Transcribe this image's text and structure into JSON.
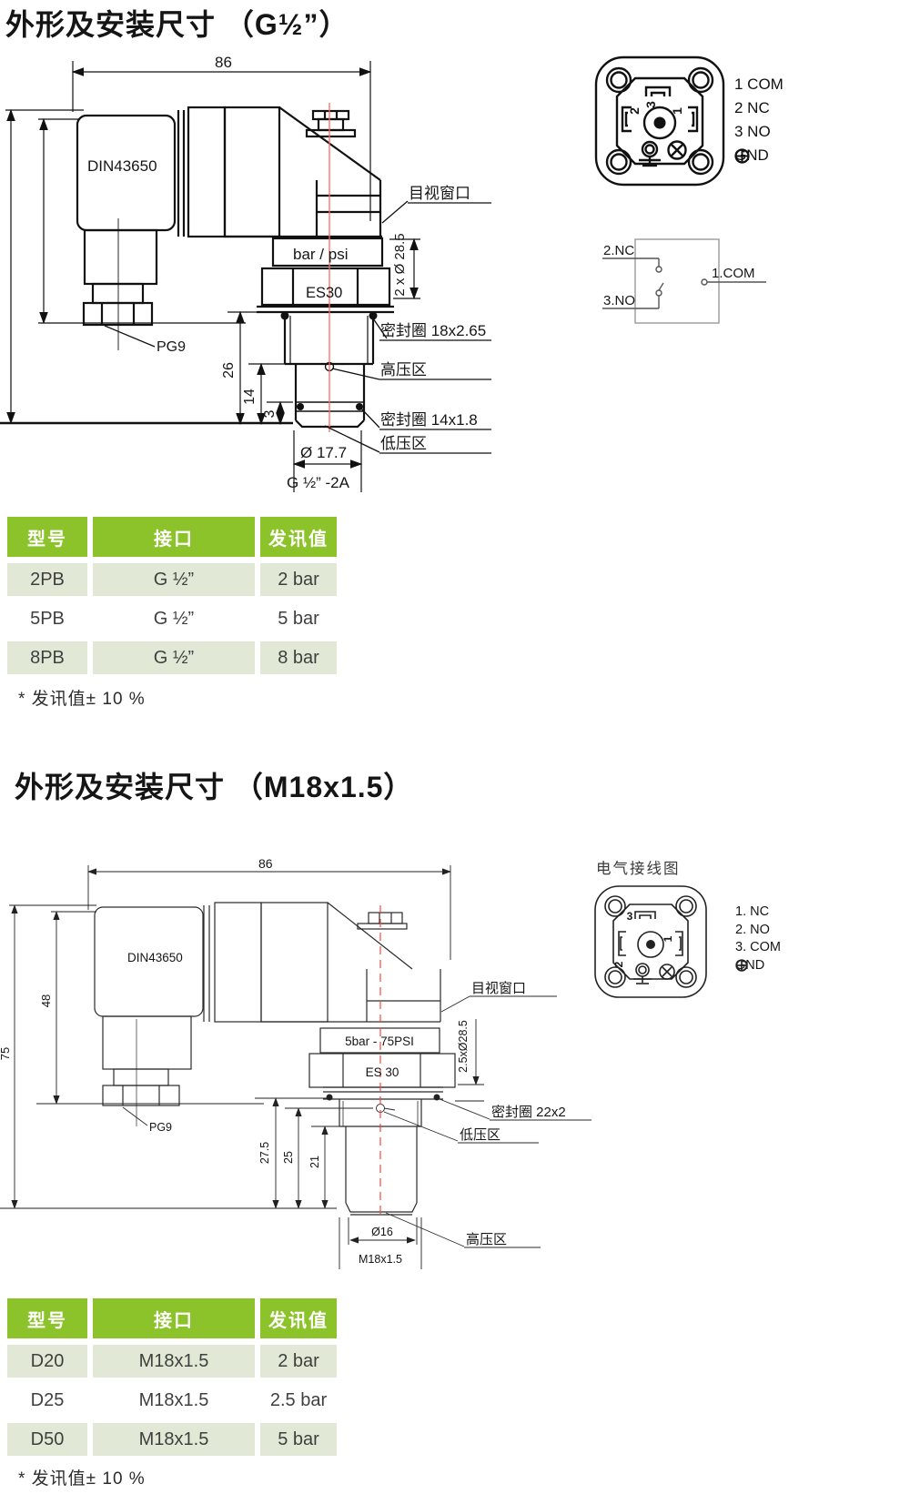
{
  "colors": {
    "header_green": "#8cc32a",
    "row_tint": "#e1e9d6",
    "centerline_red": "#ff6b5e"
  },
  "section_g12": {
    "title": "外形及安装尺寸 （G½”）",
    "drawing": {
      "dim_width": "86",
      "dim_26": "26",
      "dim_14": "14",
      "dim_3": "3",
      "connector_label": "DIN43650",
      "gland_label": "PG9",
      "scale_label": "bar / psi",
      "wrench_label": "ES30",
      "sight_window": "目视窗口",
      "mount_holes": "2 x Ø 28.5",
      "seal_upper": "密封圈 18x2.65",
      "high_pressure": "高压区",
      "seal_lower": "密封圈 14x1.8",
      "low_pressure": "低压区",
      "stem_diameter": "Ø 17.7",
      "thread": "G ½” -2A"
    },
    "pinout": {
      "pin1": "1",
      "pin2": "2",
      "pin3": "3",
      "legend": [
        "1 COM",
        "2 NC",
        "3 NO",
        "GND"
      ]
    },
    "circuit": {
      "nc": "2.NC",
      "no": "3.NO",
      "com": "1.COM"
    },
    "table": {
      "headers": [
        "型号",
        "接口",
        "发讯值"
      ],
      "rows": [
        [
          "2PB",
          "G ½”",
          "2 bar"
        ],
        [
          "5PB",
          "G ½”",
          "5 bar"
        ],
        [
          "8PB",
          "G ½”",
          "8 bar"
        ]
      ],
      "note": "* 发讯值± 10 %"
    }
  },
  "section_m18": {
    "title": "外形及安装尺寸 （M18x1.5）",
    "wiring_title": "电气接线图",
    "drawing": {
      "dim_width": "86",
      "dim_48": "48",
      "dim_75": "75",
      "dim_275": "27.5",
      "dim_25": "25",
      "dim_21": "21",
      "connector_label": "DIN43650",
      "gland_label": "PG9",
      "scale_label": "5bar - 75PSI",
      "wrench_label": "ES 30",
      "sight_window": "目视窗口",
      "mount_holes": "2.5xØ28.5",
      "seal": "密封圈 22x2",
      "low_pressure": "低压区",
      "high_pressure": "高压区",
      "stem_diameter": "Ø16",
      "thread": "M18x1.5"
    },
    "pinout": {
      "pin1": "1",
      "pin2": "2",
      "pin3": "3",
      "legend": [
        "1. NC",
        "2. NO",
        "3. COM",
        "GND"
      ]
    },
    "table": {
      "headers": [
        "型号",
        "接口",
        "发讯值"
      ],
      "rows": [
        [
          "D20",
          "M18x1.5",
          "2 bar"
        ],
        [
          "D25",
          "M18x1.5",
          "2.5 bar"
        ],
        [
          "D50",
          "M18x1.5",
          "5 bar"
        ]
      ],
      "note": "* 发讯值± 10 %"
    }
  }
}
